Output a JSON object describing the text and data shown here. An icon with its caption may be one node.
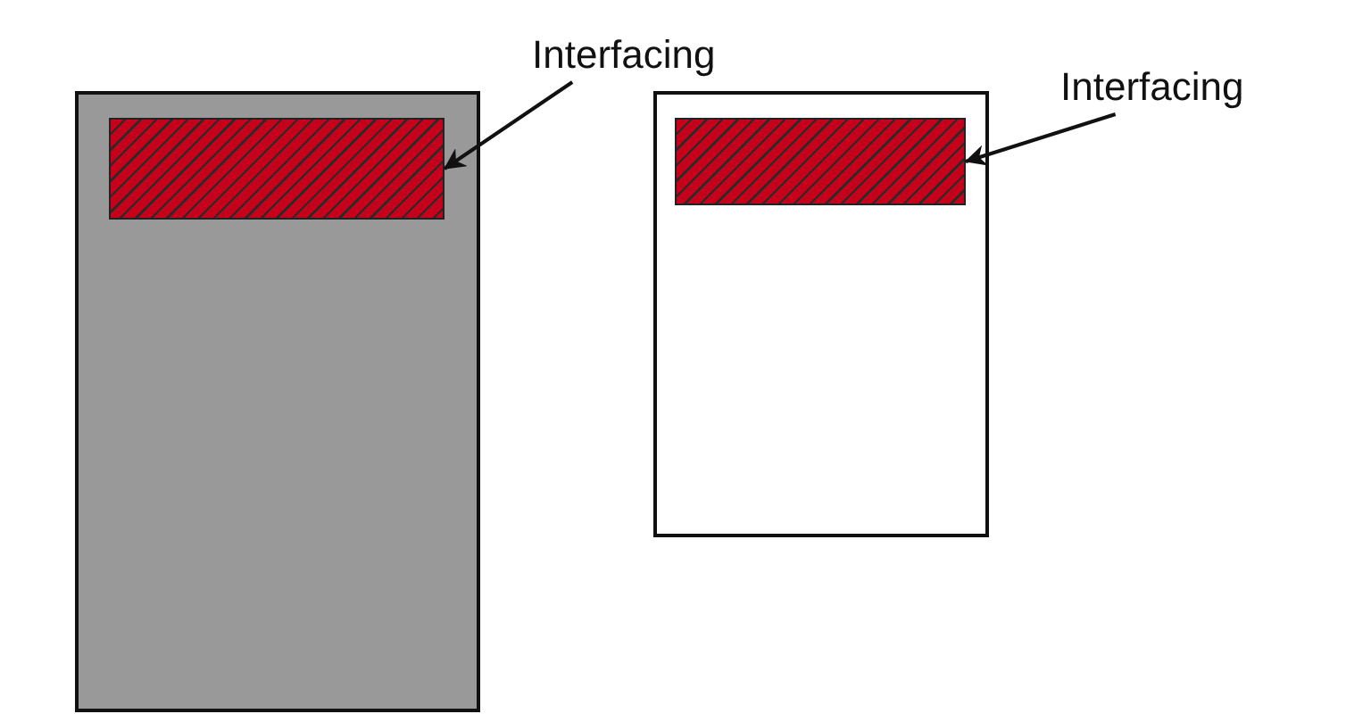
{
  "diagram": {
    "nodes": [
      {
        "text": [],
        "shape": "box"
      },
      {
        "text": [],
        "shape": "box",
        "in": 0
      },
      {
        "text": [
          "Interfacing"
        ]
      },
      {
        "text": [],
        "shape": "box"
      },
      {
        "text": [],
        "shape": "box",
        "in": 3
      },
      {
        "text": [
          "Interfacing"
        ]
      }
    ],
    "edges": [
      {
        "from": 2,
        "to": 1,
        "arrow": "to"
      },
      {
        "from": 5,
        "to": 4,
        "arrow": "to"
      }
    ]
  }
}
